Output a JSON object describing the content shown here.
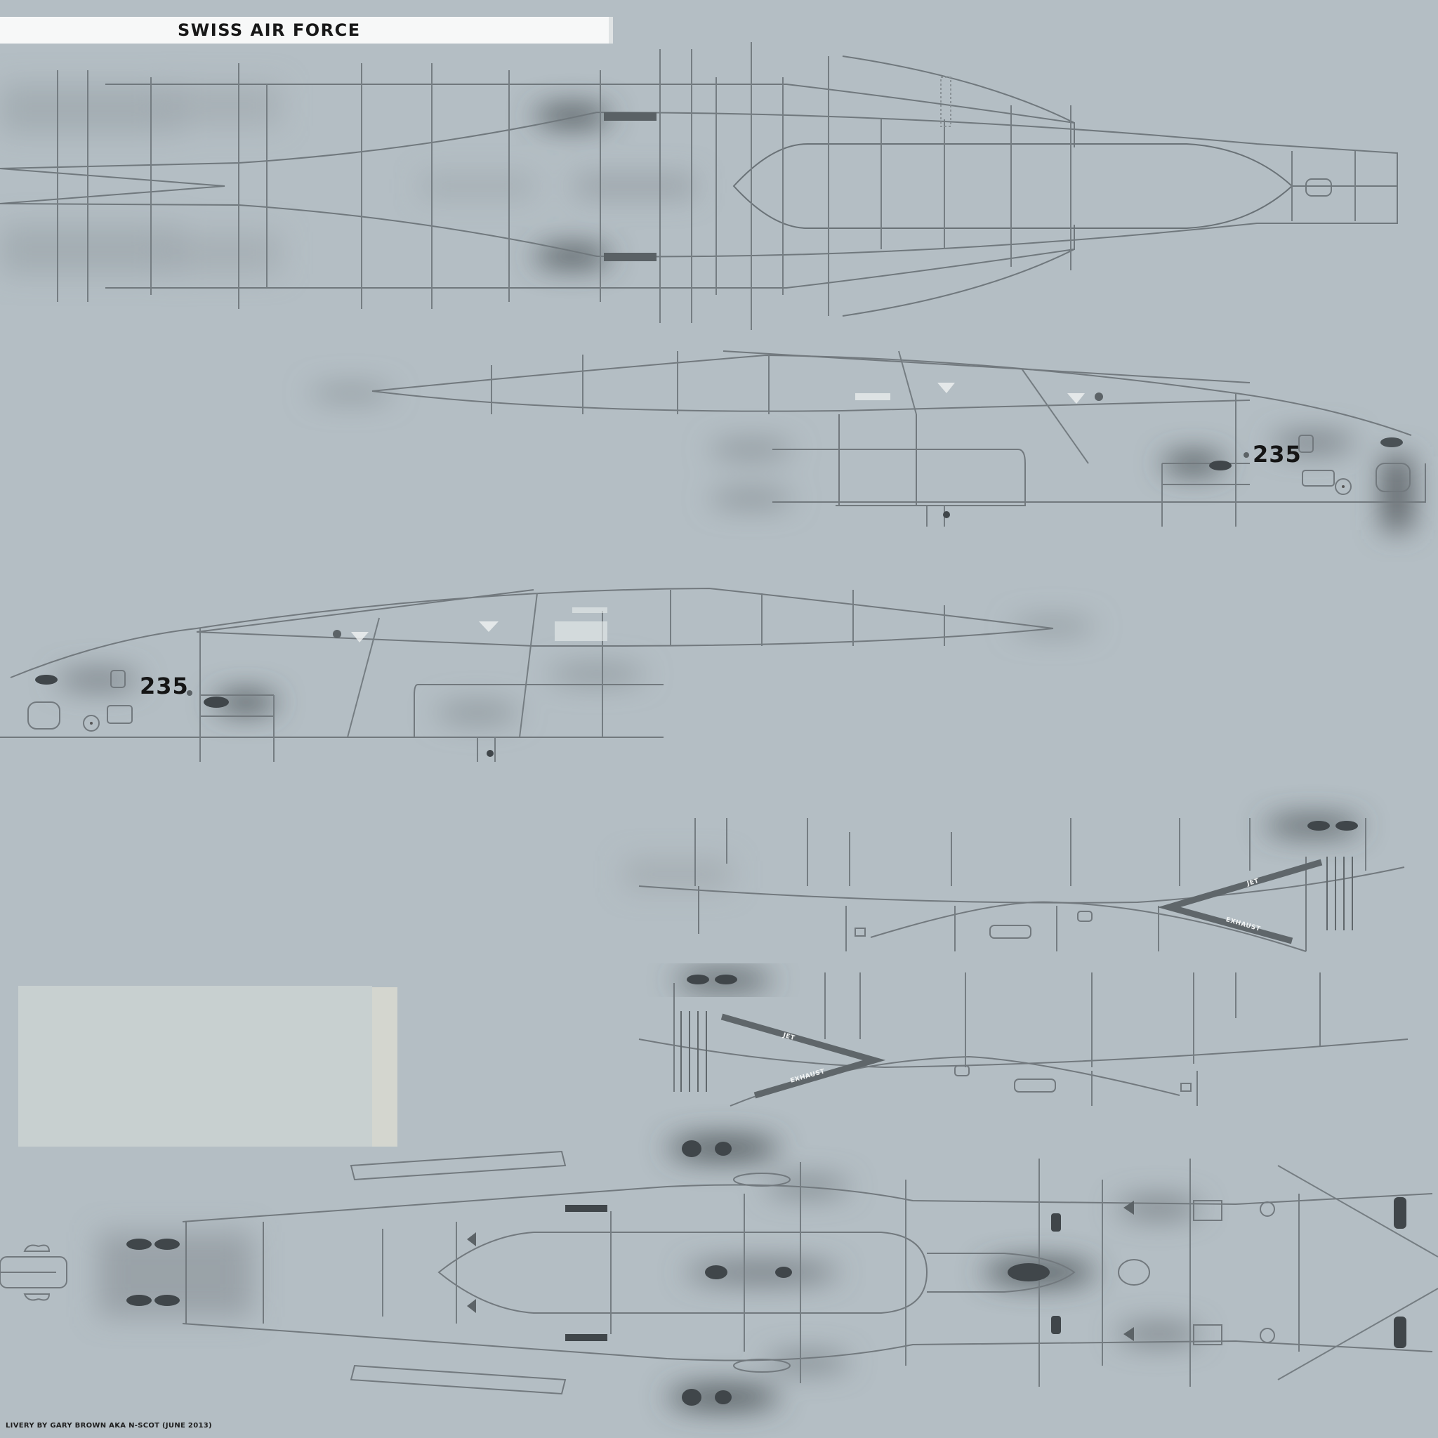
{
  "header": {
    "title": "SWISS AIR FORCE"
  },
  "markings": {
    "serial_right_side": "235",
    "serial_left_side": "235",
    "stencil_jet": "JET",
    "stencil_exhaust": "EXHAUST"
  },
  "footer": {
    "credit": "LIVERY BY GARY BROWN AKA N-SCOT (JUNE 2013)"
  },
  "colors": {
    "base_grey": "#b4bec4",
    "panel_line": "#6e767b",
    "shadow": "#4c5357",
    "marking_black": "#151515",
    "title_strip": "#f7f8f8",
    "blank_panel": "#c8d0d0"
  }
}
